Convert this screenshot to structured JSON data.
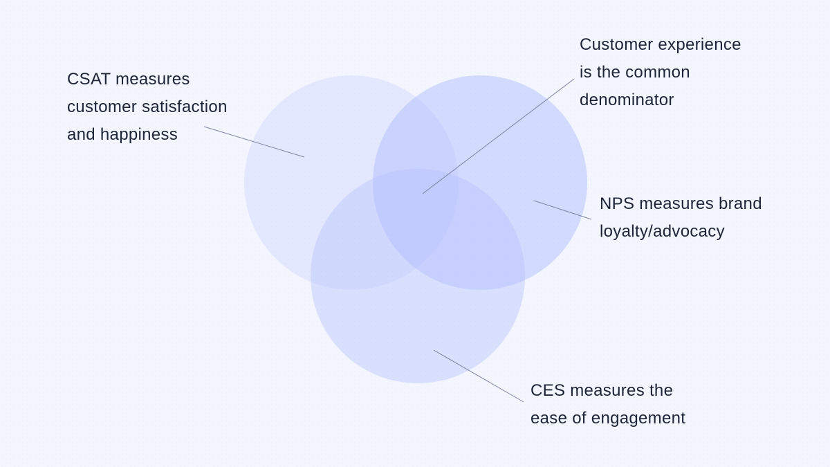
{
  "diagram": {
    "type": "venn",
    "colors": {
      "background": "#f3f6fe",
      "circle_fill": "#a9b6ff",
      "leader_line": "#7c83a0",
      "text": "#1d2438"
    },
    "sets": [
      {
        "id": "csat",
        "name": "CSAT"
      },
      {
        "id": "nps",
        "name": "NPS"
      },
      {
        "id": "ces",
        "name": "CES"
      }
    ],
    "labels": {
      "csat": [
        "CSAT measures",
        "customer satisfaction",
        "and happiness"
      ],
      "common": [
        "Customer experience",
        "is the common",
        "denominator"
      ],
      "nps": [
        "NPS measures brand",
        "loyalty/advocacy"
      ],
      "ces": [
        "CES measures the",
        "ease of engagement"
      ]
    }
  }
}
